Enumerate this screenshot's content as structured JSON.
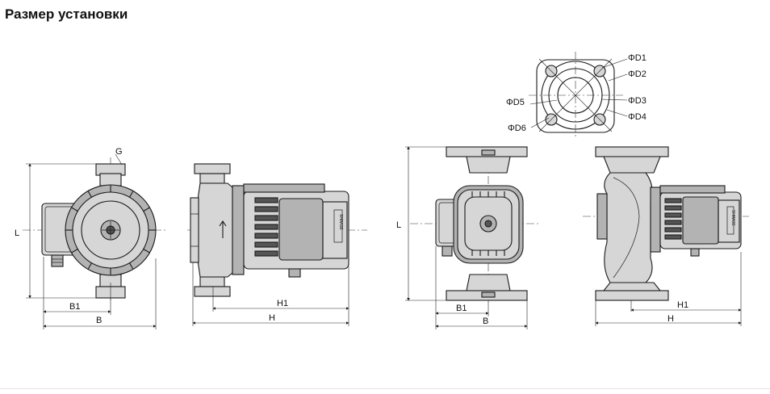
{
  "page": {
    "title": "Размер установки"
  },
  "labels": {
    "G": "G",
    "L": "L",
    "B1": "B1",
    "B": "B",
    "H1": "H1",
    "H": "H",
    "D1": "ΦD1",
    "D2": "ΦD2",
    "D3": "ΦD3",
    "D4": "ΦD4",
    "D5": "ΦD5",
    "D6": "ΦD6"
  },
  "brand": "SHIMGE",
  "colors": {
    "line": "#1a1a1a",
    "light_gray": "#d6d6d6",
    "mid_gray": "#b3b3b3",
    "dark_gray": "#555555"
  }
}
